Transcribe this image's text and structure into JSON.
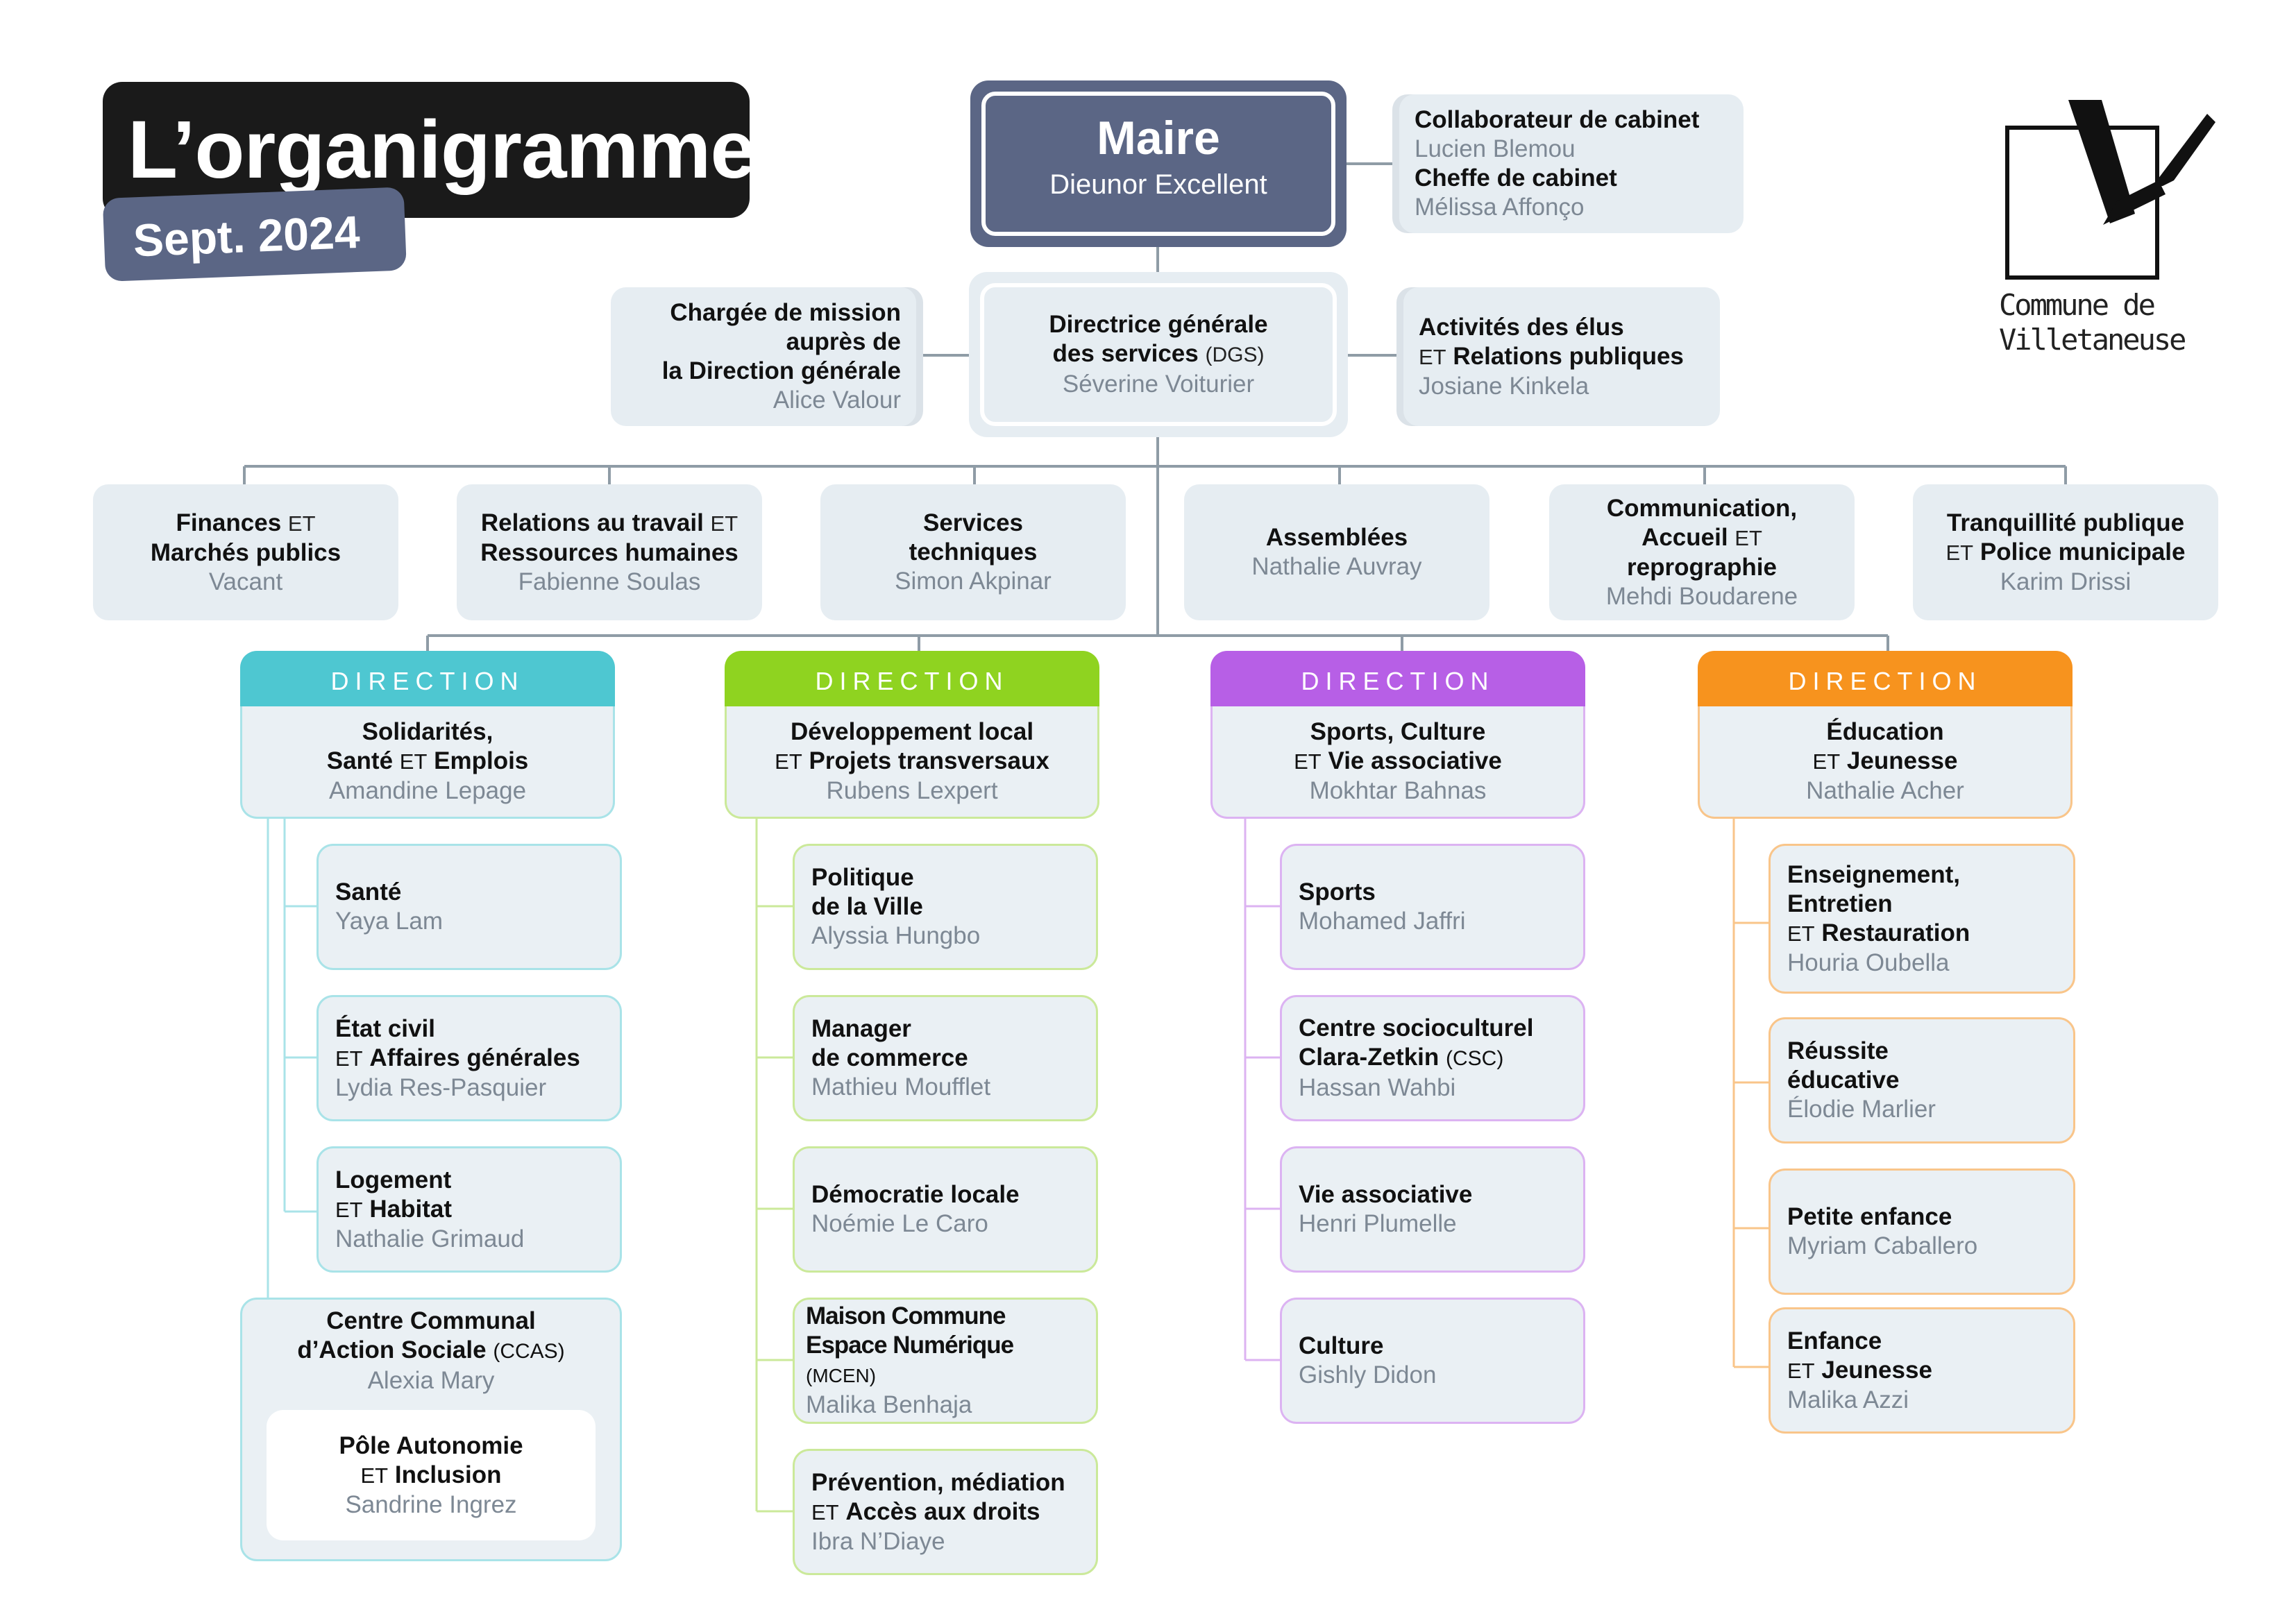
{
  "header": {
    "title": "L’organigramme",
    "date": "Sept. 2024"
  },
  "logo": {
    "line1": "Commune de",
    "line2": "Villetaneuse"
  },
  "mayor": {
    "title": "Maire",
    "name": "Dieunor Excellent"
  },
  "cabinet": {
    "role1": "Collaborateur de cabinet",
    "name1": "Lucien Blemou",
    "role2": "Cheffe de cabinet",
    "name2": "Mélissa Affonço"
  },
  "mission": {
    "line1": "Chargée de mission",
    "line2": "auprès de",
    "line3": "la Direction générale",
    "name": "Alice Valour"
  },
  "dgs": {
    "line1": "Directrice générale",
    "line2": "des services",
    "abbr": "(DGS)",
    "name": "Séverine Voiturier"
  },
  "elus": {
    "line1": "Activités des élus",
    "et": "ET",
    "line2": "Relations publiques",
    "name": "Josiane Kinkela"
  },
  "services": [
    {
      "a": "Finances",
      "et": "ET",
      "b": "Marchés publics",
      "name": "Vacant"
    },
    {
      "a": "Relations au travail",
      "et": "ET",
      "b": "Ressources humaines",
      "name": "Fabienne Soulas"
    },
    {
      "a": "Services",
      "b": "techniques",
      "name": "Simon Akpinar"
    },
    {
      "a": "Assemblées",
      "name": "Nathalie Auvray"
    },
    {
      "a": "Communication,",
      "b1": "Accueil",
      "et": "ET",
      "b2": "reprographie",
      "name": "Mehdi Boudarene"
    },
    {
      "a": "Tranquillité publique",
      "et": "ET",
      "b": "Police municipale",
      "name": "Karim Drissi"
    }
  ],
  "directions": {
    "label": "DIRECTION",
    "colors": {
      "solidarite": "#4ec7d1",
      "developpement": "#8fd320",
      "sports": "#b75fe6",
      "education": "#f7931e"
    },
    "solidarite": {
      "line1": "Solidarités,",
      "line2a": "Santé",
      "et": "ET",
      "line2b": "Emplois",
      "name": "Amandine Lepage",
      "children": [
        {
          "l1": "Santé",
          "name": "Yaya Lam"
        },
        {
          "l1": "État civil",
          "et": "ET",
          "l2": "Affaires générales",
          "name": "Lydia Res-Pasquier"
        },
        {
          "l1": "Logement",
          "et": "ET",
          "l2": "Habitat",
          "name": "Nathalie Grimaud"
        }
      ],
      "ccas": {
        "l1": "Centre Communal",
        "l2": "d’Action Sociale",
        "abbr": "(CCAS)",
        "name": "Alexia Mary"
      },
      "pole": {
        "l1": "Pôle Autonomie",
        "et": "ET",
        "l2": "Inclusion",
        "name": "Sandrine Ingrez"
      }
    },
    "developpement": {
      "line1": "Développement local",
      "et": "ET",
      "line2": "Projets transversaux",
      "name": "Rubens Lexpert",
      "children": [
        {
          "l1": "Politique",
          "l2": "de la Ville",
          "name": "Alyssia Hungbo"
        },
        {
          "l1": "Manager",
          "l2": "de commerce",
          "name": "Mathieu Moufflet"
        },
        {
          "l1": "Démocratie locale",
          "name": "Noémie Le Caro"
        },
        {
          "l1": "Maison Commune",
          "l2": "Espace Numérique",
          "abbr": "(MCEN)",
          "name": "Malika Benhaja"
        },
        {
          "l1": "Prévention, médiation",
          "et": "ET",
          "l2": "Accès aux droits",
          "name": "Ibra N’Diaye"
        }
      ]
    },
    "sports": {
      "line1": "Sports, Culture",
      "et": "ET",
      "line2": "Vie associative",
      "name": "Mokhtar Bahnas",
      "children": [
        {
          "l1": "Sports",
          "name": "Mohamed Jaffri"
        },
        {
          "l1": "Centre socioculturel",
          "l2": "Clara-Zetkin",
          "abbr": "(CSC)",
          "name": "Hassan Wahbi"
        },
        {
          "l1": "Vie associative",
          "name": "Henri Plumelle"
        },
        {
          "l1": "Culture",
          "name": "Gishly Didon"
        }
      ]
    },
    "education": {
      "line1": "Éducation",
      "et": "ET",
      "line2": "Jeunesse",
      "name": "Nathalie Acher",
      "children": [
        {
          "l1": "Enseignement,",
          "l2": "Entretien",
          "et": "ET",
          "l3": "Restauration",
          "name": "Houria Oubella"
        },
        {
          "l1": "Réussite",
          "l2": "éducative",
          "name": "Élodie Marlier"
        },
        {
          "l1": "Petite enfance",
          "name": "Myriam Caballero"
        },
        {
          "l1": "Enfance",
          "et": "ET",
          "l2": "Jeunesse",
          "name": "Malika Azzi"
        }
      ]
    }
  }
}
